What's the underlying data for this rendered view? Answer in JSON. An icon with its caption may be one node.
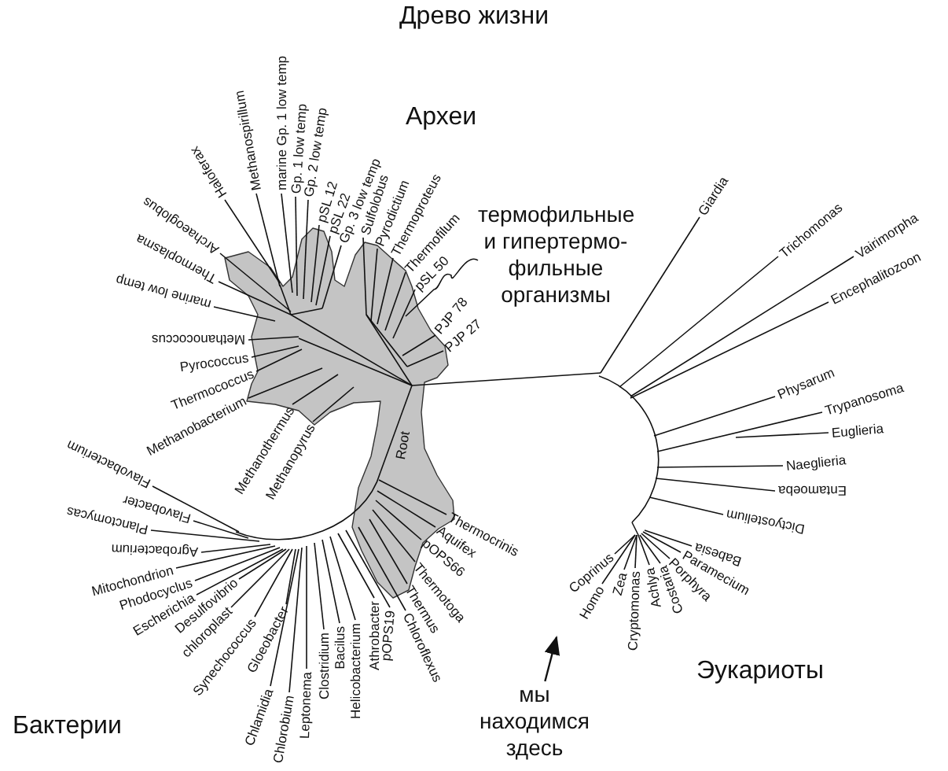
{
  "diagram": {
    "title": "Древо жизни",
    "nodes": [
      {
        "text": [
          "мы находимся здесь"
        ]
      },
      {
        "text": [
          "термофильные и гипертермо-фильные организмы"
        ]
      }
    ],
    "edges": [
      {
        "from": 0,
        "to": null,
        "arrow": "to"
      },
      {
        "from": 1,
        "to": null,
        "arrow": "none"
      }
    ],
    "labels": [
      "Археи",
      "Haloferax",
      "Methanospirillum",
      "marine Gp. 1 low temp",
      "Gp. 1 low temp",
      "Gp. 2 low temp",
      "pSL 12",
      "pSL 22",
      "Gp. 3 low temp",
      "Sulfolobus",
      "Pyrodictium",
      "Thermoproteus",
      "Thermofilum",
      "pSL 50",
      "PJP 78",
      "PJP 27",
      "Archaeoglobus",
      "Thermoplasma",
      "marine low temp",
      "Methanococcus",
      "Pyrococcus",
      "Thermococcus",
      "Methanobacterium",
      "Methanothermus",
      "Methanopyrus",
      "Root",
      "Giardia",
      "Trichomonas",
      "Vairimorpha",
      "Encephalitozoon",
      "Physarum",
      "Trypanosoma",
      "Euglieria",
      "Naeglieria",
      "Entamoeba",
      "Dictyostelium",
      "Babesia",
      "Paramecium",
      "Porphyra",
      "Costaria",
      "Achlya",
      "Cryptomonas",
      "Zea",
      "Homo",
      "Coprinus",
      "Эукариоты",
      "Flavobacterium",
      "Flavobacter",
      "Planctomycas",
      "Agrobacterium",
      "Mitochondrion",
      "Phodocyclus",
      "Escherichia",
      "Desulfovibrio",
      "chloroplast",
      "Synechococcus",
      "Gloeobacter",
      "Chlamidia",
      "Chlorobium",
      "Leptonema",
      "Clostridium",
      "Bacilus",
      "Helicobacterium",
      "Athrobacter",
      "pOPS19",
      "Chloroflexus",
      "Thermus",
      "Thermotoga",
      "pOPS66",
      "Aquifex",
      "Thermocrinis",
      "Бактерии"
    ]
  }
}
